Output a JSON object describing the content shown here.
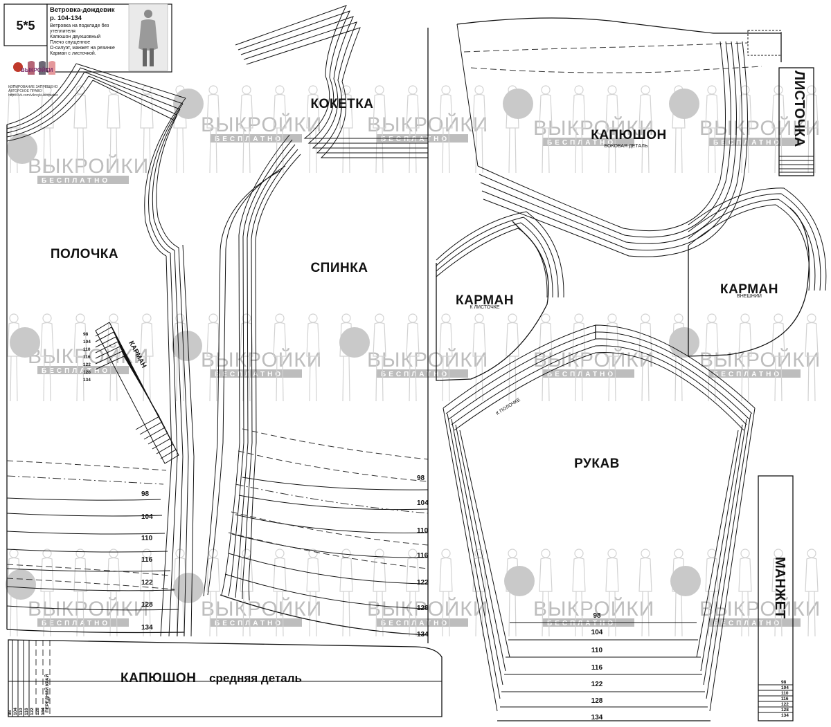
{
  "header": {
    "scale": "5*5",
    "title": "Ветровка-дождевик",
    "sizes": "р. 104-134",
    "description": [
      "Ветровка на подкладе без",
      "утеплителя",
      "Капюшон двухшовный",
      "Плечо спущенное",
      "О-силуэт, манжет на резинке",
      "Карман с листочкой."
    ],
    "copyright": [
      "КОПИРОВАНИЕ ЗАПРЕЩЕНО",
      "АВТОРСКОЕ ПРАВО",
      "https://vk.com/vikroyki.besplatno"
    ]
  },
  "watermark": {
    "line1": "ВЫКРОЙКИ",
    "line2": "БЕСПЛАТНО"
  },
  "pieces": {
    "polochka": "ПОЛОЧКА",
    "spinka": "СПИНКА",
    "koketka": "КОКЕТКА",
    "kapyushon_side": "КАПЮШОН",
    "kapyushon_side_note": "БОКОВАЯ ДЕТАЛЬ",
    "listochka": "ЛИСТОЧКА",
    "karman_inner": "КАРМАН",
    "karman_inner_note": "К ЛИСТОЧКЕ",
    "karman_outer": "КАРМАН",
    "karman_outer_note": "ВНЕШНИЙ",
    "rukav": "РУКАВ",
    "rukav_note": "К ПОЛОЧКЕ",
    "manzhet": "МАНЖЕТ",
    "karman_front": "КАРМАН",
    "kapyushon_mid": "КАПЮШОН",
    "kapyushon_mid_note": "средняя деталь",
    "kapyushon_mid_edge": "ПЕРЕДНИЙ КРАЙ"
  },
  "sizes": [
    "98",
    "104",
    "110",
    "116",
    "122",
    "128",
    "134"
  ]
}
